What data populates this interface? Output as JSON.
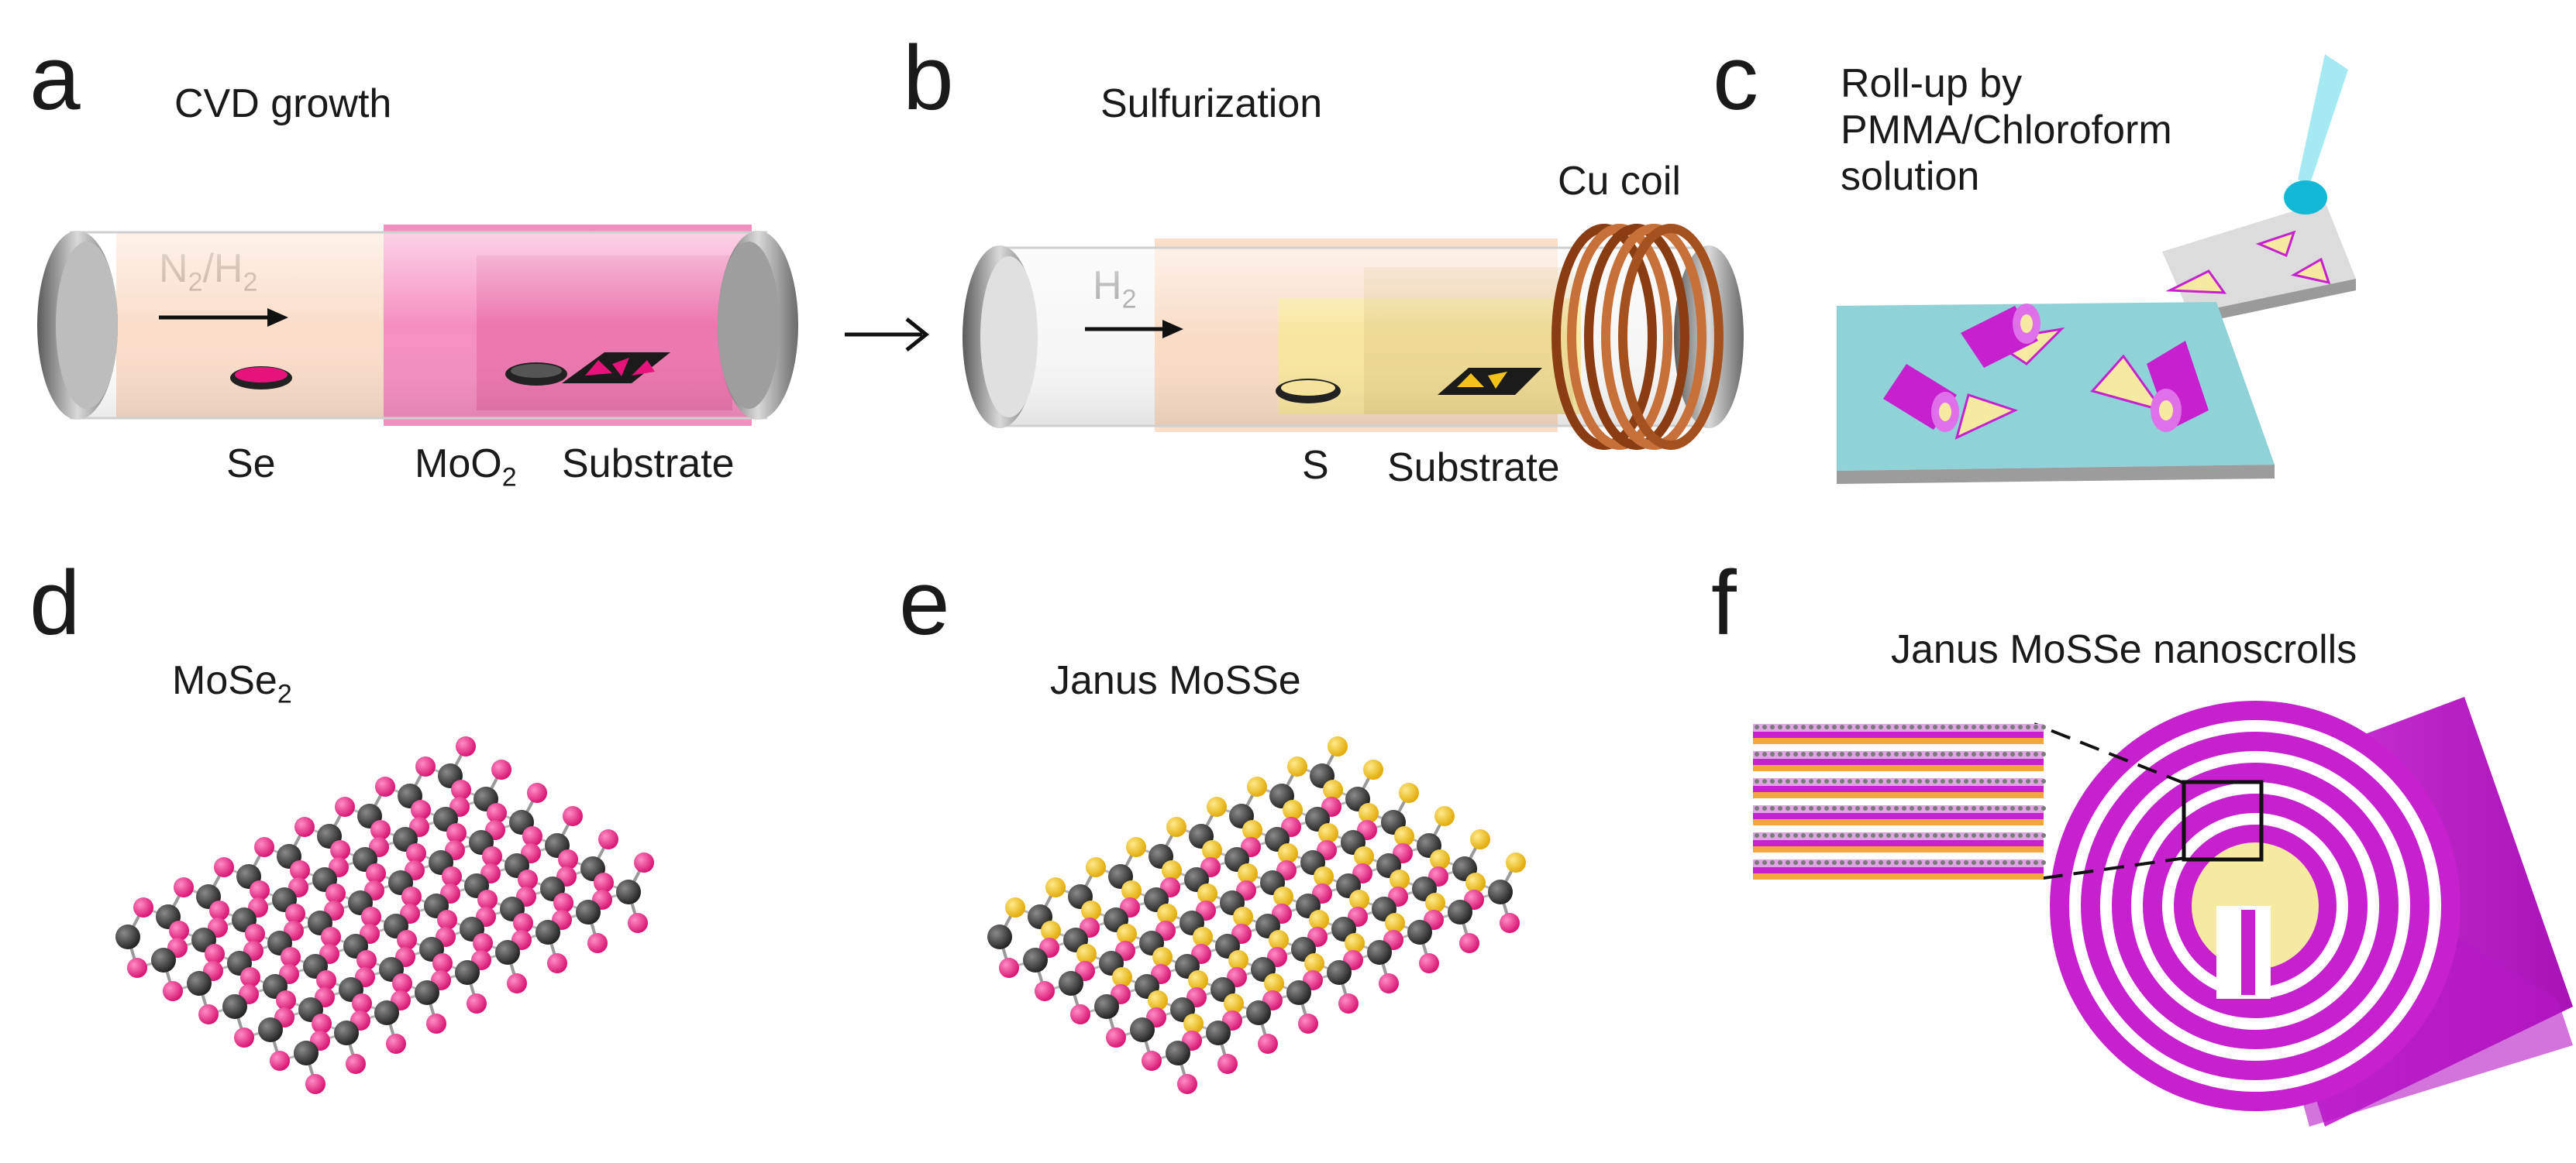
{
  "panels": {
    "a": {
      "letter": "a",
      "title": "CVD growth",
      "gas": {
        "main": "N",
        "sub1": "2",
        "mid": "/H",
        "sub2": "2"
      },
      "labels": {
        "se": "Se",
        "moo2_main": "MoO",
        "moo2_sub": "2",
        "substrate": "Substrate"
      }
    },
    "b": {
      "letter": "b",
      "title": "Sulfurization",
      "gas": {
        "main": "H",
        "sub": "2"
      },
      "labels": {
        "coil": "Cu coil",
        "s": "S",
        "substrate": "Substrate"
      }
    },
    "c": {
      "letter": "c",
      "title_lines": [
        "Roll-up by",
        "PMMA/Chloroform",
        "solution"
      ]
    },
    "d": {
      "letter": "d",
      "title_main": "MoSe",
      "title_sub": "2"
    },
    "e": {
      "letter": "e",
      "title": "Janus MoSSe"
    },
    "f": {
      "letter": "f",
      "title": "Janus MoSSe nanoscrolls"
    }
  },
  "colors": {
    "se_atom": "#e8137a",
    "s_atom": "#f2c21a",
    "mo_atom": "#2f2f2f",
    "scroll_magenta": "#c620cf",
    "tube_pink": "#f57bb6",
    "tube_peach": "#f8c7a4",
    "tube_yellow": "#f7e79a",
    "copper": "#b35a26",
    "substrate_blue": "#8fd2d8",
    "flake_yellow": "#f5eaa0"
  },
  "icons": [
    "arrow-right-icon",
    "quartz-tube-icon",
    "copper-coil-icon",
    "pipette-droplet-icon"
  ]
}
